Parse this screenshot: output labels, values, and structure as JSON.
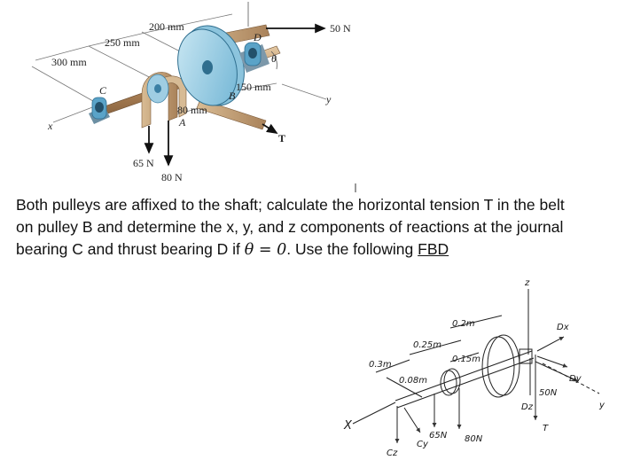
{
  "figure": {
    "dims": {
      "d200": "200 mm",
      "d250": "250 mm",
      "d300": "300 mm",
      "d150": "150 mm",
      "d80": "80 mm"
    },
    "forces": {
      "f50": "50 N",
      "f65": "65 N",
      "f80": "80 N",
      "tension": "T",
      "theta": "θ"
    },
    "points": {
      "A": "A",
      "B": "B",
      "C": "C",
      "D": "D"
    },
    "axes": {
      "x": "x",
      "y": "y"
    }
  },
  "problem": {
    "line1": "Both pulleys are affixed to the shaft; calculate the horizontal tension T in the belt",
    "line2": "on pulley B and determine the x, y, and z components of reactions at the journal",
    "line3_a": "bearing C and thrust bearing D if ",
    "line3_math": "θ = 0",
    "line3_b": ".  Use the following ",
    "line3_link": "FBD"
  },
  "fbd": {
    "z_axis": "z",
    "x_axis": "X",
    "y_axis": "y",
    "d02": "0.2m",
    "d025": "0.25m",
    "d03": "0.3m",
    "d015": "0.15m",
    "d008": "0.08m",
    "Dx": "Dx",
    "Dy": "Dy",
    "Dz": "Dz",
    "f50": "50N",
    "T": "T",
    "f65": "65N",
    "f80": "80N",
    "Cz": "Cz",
    "Cy": "Cy"
  }
}
